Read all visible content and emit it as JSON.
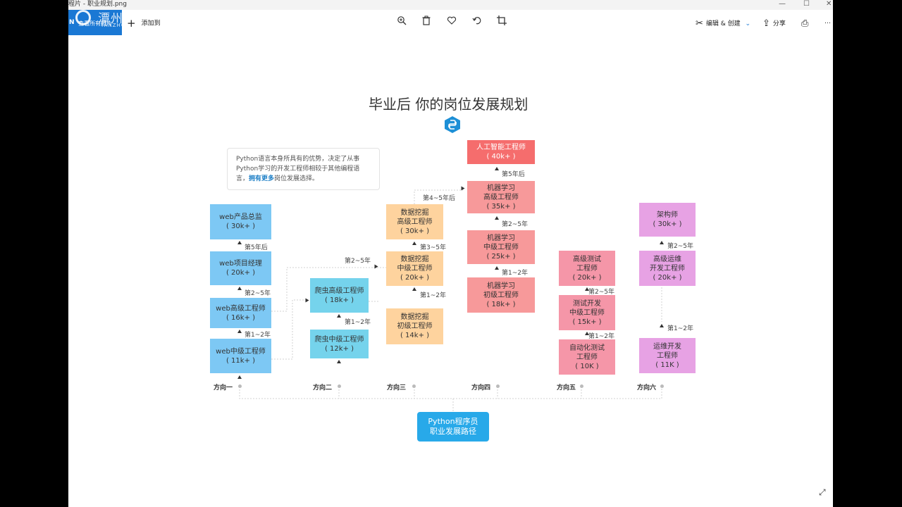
{
  "window": {
    "title": "程片 - 职业规划.png"
  },
  "toolbar": {
    "back_label": "查看所有照片",
    "add_label": "添加到",
    "edit_label": "编辑 & 创建",
    "share_label": "分享",
    "more_label": "…"
  },
  "watermark": {
    "text": "潭州教育",
    "sub": "TANZHOUEDU"
  },
  "diagram": {
    "title": "毕业后 你的岗位发展规划",
    "note": {
      "text": "Python语言本身所具有的优势，决定了从事Python学习的开发工程师相较于其他编程语言，",
      "highlight": "拥有更多",
      "tail": "岗位发展选择。"
    },
    "root": {
      "line1": "Python程序员",
      "line2": "职业发展路径"
    },
    "directions": [
      "方向一",
      "方向二",
      "方向三",
      "方向四",
      "方向五",
      "方向六"
    ],
    "col1": {
      "boxes": [
        {
          "name": "web产品总监",
          "salary": "( 30k+ )"
        },
        {
          "name": "web项目经理",
          "salary": "( 20k+ )"
        },
        {
          "name": "web高级工程师",
          "salary": "( 16k+ )"
        },
        {
          "name": "web中级工程师",
          "salary": "( 11k+ )"
        }
      ],
      "steps": [
        "第5年后",
        "第2~5年",
        "第1~2年"
      ]
    },
    "col2": {
      "boxes": [
        {
          "name": "爬虫高级工程师",
          "salary": "( 18k+ )"
        },
        {
          "name": "爬虫中级工程师",
          "salary": "( 12k+ )"
        }
      ],
      "steps": [
        "第1~2年"
      ]
    },
    "col3": {
      "boxes": [
        {
          "name1": "数据挖掘",
          "name2": "高级工程师",
          "salary": "( 30k+ )"
        },
        {
          "name1": "数据挖掘",
          "name2": "中级工程师",
          "salary": "( 20k+ )"
        },
        {
          "name1": "数据挖掘",
          "name2": "初级工程师",
          "salary": "( 14k+ )"
        }
      ],
      "steps": [
        "第3~5年",
        "第1~2年"
      ],
      "cross_step": "第2~5年"
    },
    "col4": {
      "top": {
        "name": "人工智能工程师",
        "salary": "( 40k+ )"
      },
      "boxes": [
        {
          "name1": "机器学习",
          "name2": "高级工程师",
          "salary": "( 35k+ )"
        },
        {
          "name1": "机器学习",
          "name2": "中级工程师",
          "salary": "( 25k+ )"
        },
        {
          "name1": "机器学习",
          "name2": "初级工程师",
          "salary": "( 18k+ )"
        }
      ],
      "steps": [
        "第5年后",
        "第2~5年",
        "第1~2年"
      ],
      "cross_step": "第4~5年后"
    },
    "col5": {
      "boxes": [
        {
          "name1": "高级测试",
          "name2": "工程师",
          "salary": "( 20k+ )"
        },
        {
          "name1": "测试开发",
          "name2": "中级工程师",
          "salary": "( 15k+ )"
        },
        {
          "name1": "自动化测试",
          "name2": "工程师",
          "salary": "( 10K )"
        }
      ],
      "steps": [
        "第2~5年",
        "第1~2年"
      ]
    },
    "col6": {
      "boxes": [
        {
          "name1": "架构师",
          "salary": "( 30k+ )"
        },
        {
          "name1": "高级运维",
          "name2": "开发工程师",
          "salary": "( 20k+ )"
        },
        {
          "name1": "运维开发",
          "name2": "工程师",
          "salary": "( 11K )"
        }
      ],
      "steps": [
        "第2~5年",
        "第1~2年"
      ]
    }
  }
}
